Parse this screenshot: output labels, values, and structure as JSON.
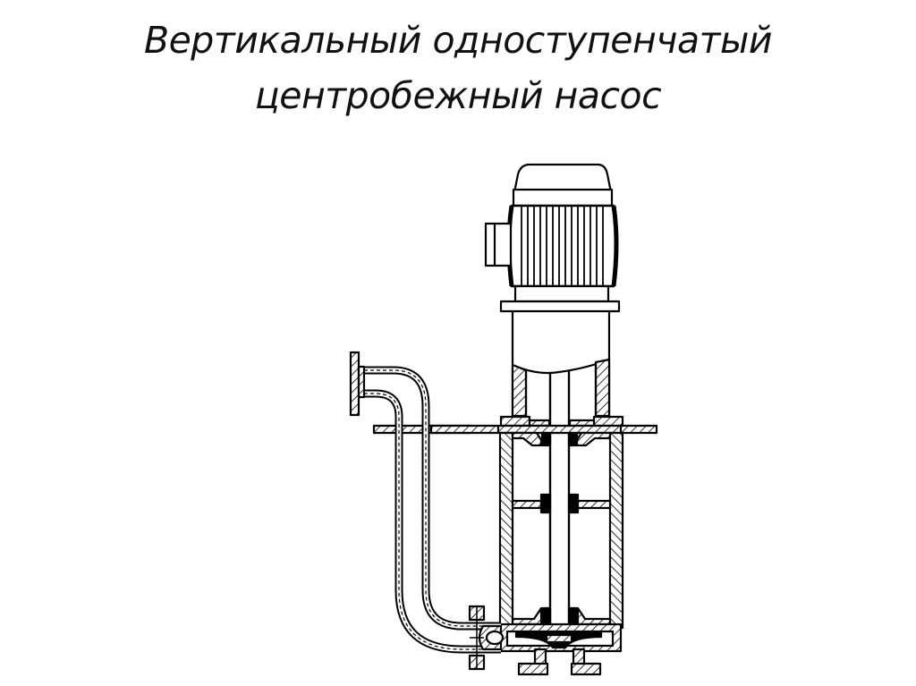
{
  "slide": {
    "title_line1": "Вертикальный одноступенчатый",
    "title_line2": "центробежный насос"
  },
  "diagram": {
    "type": "technical-drawing",
    "subject": "vertical single-stage centrifugal pump",
    "components": [
      "electric-motor",
      "motor-terminal-box",
      "motor-mounting-flange",
      "column-pipe",
      "shaft",
      "support-plate",
      "bearing-supports",
      "pump-casing",
      "impeller",
      "suction-flange",
      "discharge-pipe",
      "discharge-flange",
      "pipe-flange-joint"
    ],
    "colors": {
      "line": "#000000",
      "background": "#ffffff"
    }
  }
}
